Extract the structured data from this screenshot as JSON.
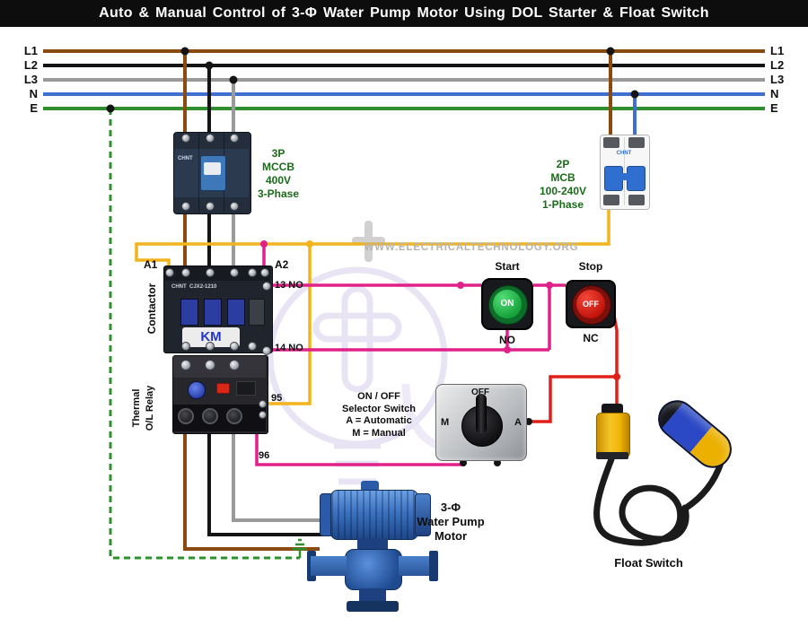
{
  "title": "Auto & Manual Control of 3-Φ Water Pump Motor Using DOL Starter & Float Switch",
  "watermark": {
    "site": "WWW.ELECTRICALTECHNOLOGY.ORG"
  },
  "rails": {
    "left": [
      "L1",
      "L2",
      "L3",
      "N",
      "E"
    ],
    "right": [
      "L1",
      "L2",
      "L3",
      "N",
      "E"
    ]
  },
  "mccb": {
    "brand": "CHNT",
    "lines": [
      "3P",
      "MCCB",
      "400V",
      "3-Phase"
    ]
  },
  "mcb": {
    "brand": "CHNT",
    "lines": [
      "2P",
      "MCB",
      "100-240V",
      "1-Phase"
    ]
  },
  "contactor": {
    "vertical_label": "Contactor",
    "brand": "CHNT",
    "model": "CJX2-1210",
    "km": "KM",
    "a1": "A1",
    "a2": "A2",
    "no13": "13 NO",
    "no14": "14 NO"
  },
  "overload": {
    "vertical_label": [
      "Thermal",
      "O/L Relay"
    ],
    "t95": "95",
    "t96": "96"
  },
  "start_button": {
    "title": "Start",
    "face": "ON",
    "contact": "NO"
  },
  "stop_button": {
    "title": "Stop",
    "face": "OFF",
    "contact": "NC"
  },
  "selector": {
    "off": "OFF",
    "m": "M",
    "a": "A",
    "desc": [
      "ON / OFF",
      "Selector Switch",
      "A = Automatic",
      "M = Manual"
    ]
  },
  "motor": {
    "label": [
      "3-Φ",
      "Water Pump",
      "Motor"
    ]
  },
  "float_switch": {
    "label": "Float Switch"
  },
  "colors": {
    "rail_l1": "#8a4a10",
    "rail_l2": "#141414",
    "rail_l3": "#9a9a9a",
    "rail_n": "#3f6fd0",
    "rail_e": "#2f8f2f",
    "wire_yellow": "#f2b31c",
    "wire_pink": "#e0218a",
    "wire_red": "#e02018",
    "device_label_green": "#1a6b1a",
    "title_bg": "#0d0d0d"
  }
}
